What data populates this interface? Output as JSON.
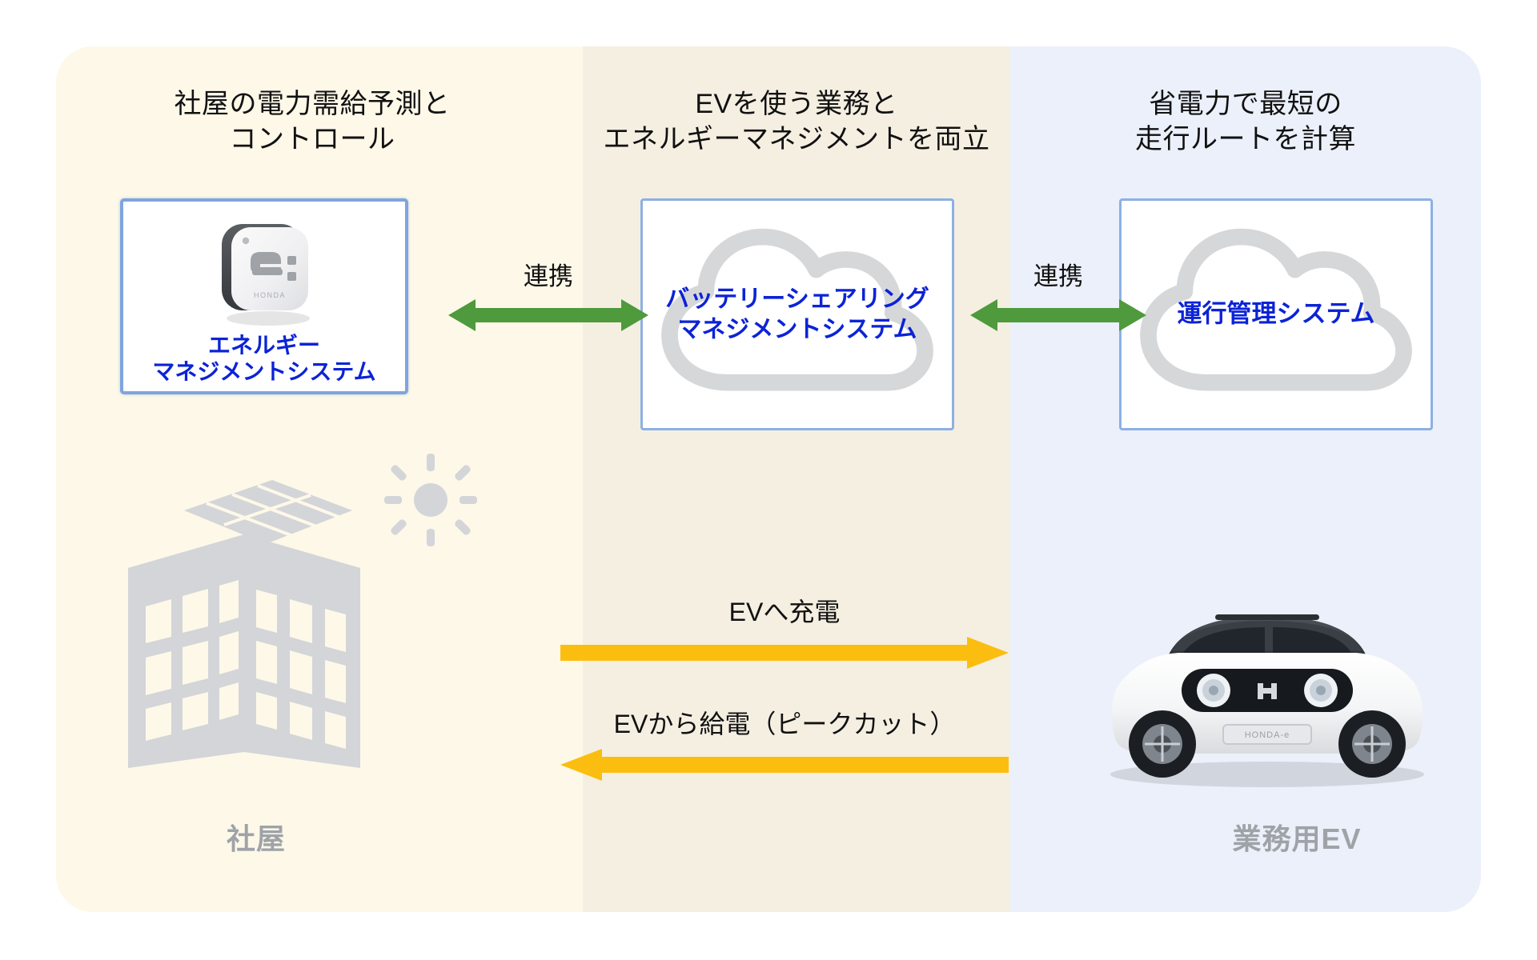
{
  "panels": {
    "left": {
      "name": "社屋パネル",
      "bg": "#FDF8E8"
    },
    "center": {
      "name": "EVパネル",
      "bg": "#F5EFE2"
    },
    "right": {
      "name": "運行管理パネル",
      "bg": "#EBF0FA"
    }
  },
  "headings": {
    "left": "社屋の電力需給予測と\nコントロール",
    "center": "EVを使う業務と\nエネルギーマネジメントを両立",
    "right": "省電力で最短の\n走行ルートを計算"
  },
  "cards": {
    "ems": {
      "label": "エネルギー\nマネジメントシステム",
      "icon": "honda-e-device-icon"
    },
    "bsms": {
      "label": "バッテリーシェアリング\nマネジメントシステム",
      "icon": "cloud-icon"
    },
    "oms": {
      "label": "運行管理システム",
      "icon": "cloud-icon"
    }
  },
  "links": {
    "link1": "連携",
    "link2": "連携"
  },
  "flows": {
    "charge": "EVへ充電",
    "discharge": "EVから給電（ピークカット）"
  },
  "bottom": {
    "building": "社屋",
    "ev": "業務用EV"
  },
  "colors": {
    "accent_blue_text": "#0B23D6",
    "card_border_blue": "#7FA5DE",
    "arrow_green": "#4E9A3C",
    "arrow_yellow": "#FBBE10",
    "silhouette_gray": "#D3D5D8",
    "bottom_label_gray": "#9FA3A8"
  }
}
